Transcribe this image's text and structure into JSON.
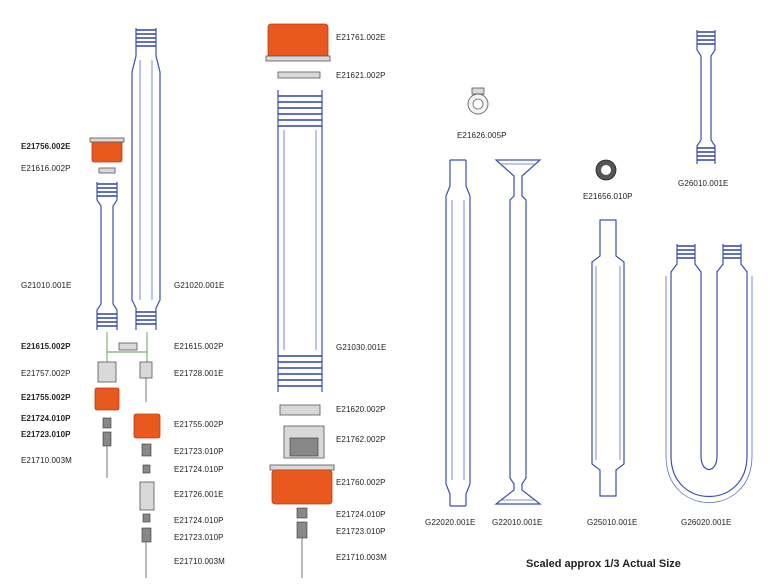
{
  "labels": {
    "l_e21756": "E21756.002E",
    "l_e21616": "E21616.002P",
    "l_g21010": "G21010.001E",
    "l_g21020": "G21020.001E",
    "l_e21615a": "E21615.002P",
    "l_e21615b": "E21615.002P",
    "l_e21757": "E21757.002P",
    "l_e21728": "E21728.001E",
    "l_e21755a": "E21755.002P",
    "l_e21755b": "E21755.002P",
    "l_e21724a": "E21724.010P",
    "l_e21723a": "E21723.010P",
    "l_e21723b": "E21723.010P",
    "l_e21724b": "E21724.010P",
    "l_e21710a": "E21710.003M",
    "l_e21726": "E21726.001E",
    "l_e21724c": "E21724.010P",
    "l_e21723c": "E21723.010P",
    "l_e21710b": "E21710.003M",
    "l_e21761": "E21761.002E",
    "l_e21621": "E21621.002P",
    "l_g21030": "G21030.001E",
    "l_e21620": "E21620.002P",
    "l_e21762": "E21762.002P",
    "l_e21760": "E21760.002P",
    "l_e21724d": "E21724.010P",
    "l_e21723d": "E21723.010P",
    "l_e21710c": "E21710.003M",
    "l_e21626": "E21626.005P",
    "l_e21656": "E21656.010P",
    "l_g26010": "G26010.001E",
    "l_g22020": "G22020.001E",
    "l_g22010": "G22010.001E",
    "l_g25010": "G25010.001E",
    "l_g26020": "G26020.001E"
  },
  "note": "Scaled approx 1/3 Actual Size",
  "colors": {
    "glass": "#3a4fb0",
    "thread": "#2c42b4",
    "cap": "#e8581f",
    "connector": "#5a9a4a"
  }
}
